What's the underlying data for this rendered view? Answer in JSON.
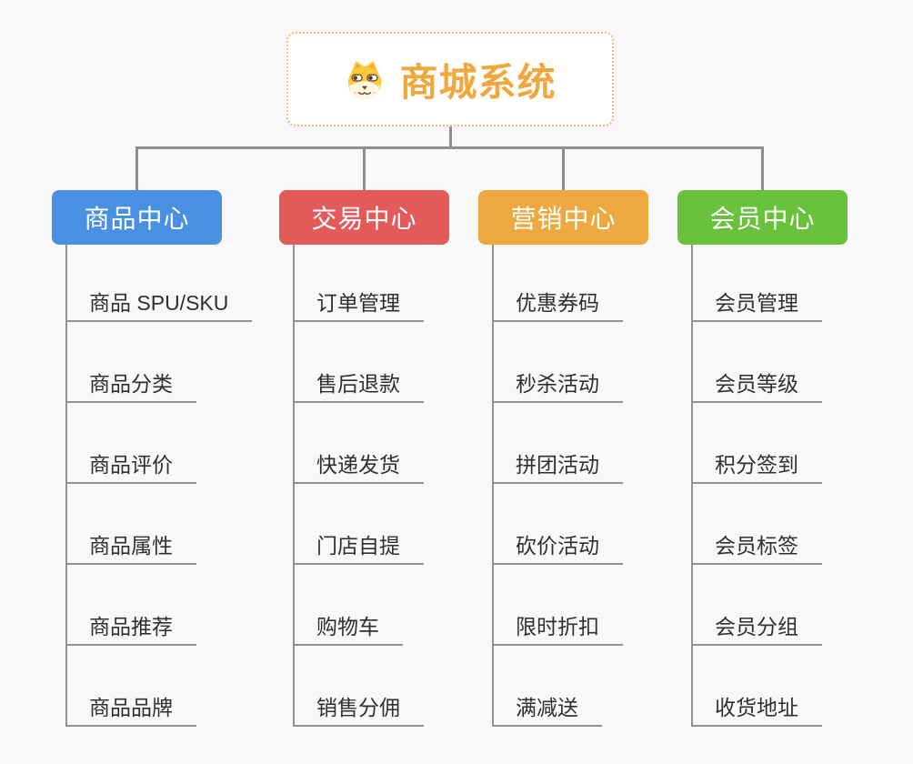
{
  "app": {
    "background_color": "#f8f8f8",
    "line_color": "#8f8f8f"
  },
  "root": {
    "title": "商城系统",
    "icon": "shiba-dog-face",
    "accent_color": "#f0a73e",
    "border_color": "#f5be6b"
  },
  "branches": [
    {
      "id": "product-center",
      "label": "商品中心",
      "color": "#4a90e2",
      "items": [
        "商品 SPU/SKU",
        "商品分类",
        "商品评价",
        "商品属性",
        "商品推荐",
        "商品品牌"
      ]
    },
    {
      "id": "trade-center",
      "label": "交易中心",
      "color": "#e25a5a",
      "items": [
        "订单管理",
        "售后退款",
        "快递发货",
        "门店自提",
        "购物车",
        "销售分佣"
      ]
    },
    {
      "id": "marketing-center",
      "label": "营销中心",
      "color": "#eda93f",
      "items": [
        "优惠券码",
        "秒杀活动",
        "拼团活动",
        "砍价活动",
        "限时折扣",
        "满减送"
      ]
    },
    {
      "id": "member-center",
      "label": "会员中心",
      "color": "#69c13c",
      "items": [
        "会员管理",
        "会员等级",
        "积分签到",
        "会员标签",
        "会员分组",
        "收货地址"
      ]
    }
  ]
}
